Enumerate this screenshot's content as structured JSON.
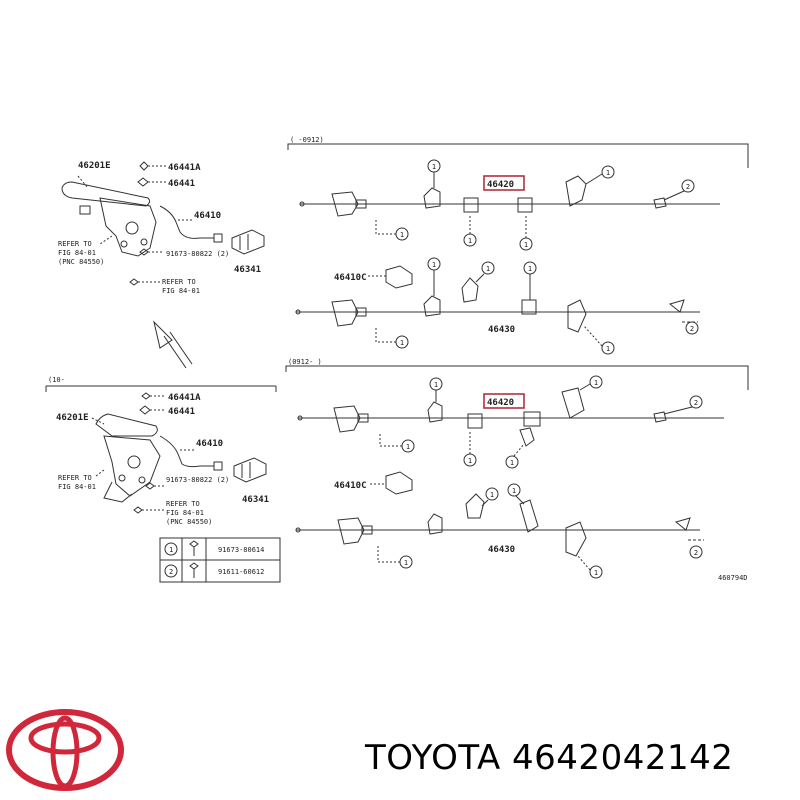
{
  "colors": {
    "line": "#333333",
    "highlight": "#b23040",
    "logo": "#d0283a"
  },
  "left_top": {
    "labels": [
      "46201E",
      "46441A",
      "46441",
      "46410",
      "REFER TO",
      "FIG 84-01",
      "(PNC 84550)",
      "91673-80822 (2)",
      "REFER TO",
      "FIG 84-01",
      "46341"
    ]
  },
  "left_bottom": {
    "range": "(10-",
    "labels": [
      "46441A",
      "46441",
      "46201E",
      "46410",
      "REFER TO",
      "FIG 84-01",
      "91673-80822 (2)",
      "REFER TO",
      "FIG 84-01",
      "(PNC 84550)",
      "46341"
    ]
  },
  "legend": {
    "rows": [
      {
        "num": "1",
        "part": "91673-80614"
      },
      {
        "num": "2",
        "part": "91611-60612"
      }
    ]
  },
  "right_top": {
    "range": "(     -0912)",
    "labels": [
      "46420",
      "46410C",
      "46430"
    ]
  },
  "right_bottom": {
    "range": "(0912-     )",
    "labels": [
      "46420",
      "46410C",
      "46430"
    ]
  },
  "figure_code": "460794D",
  "brand_text": "TOYOTA 4642042142"
}
